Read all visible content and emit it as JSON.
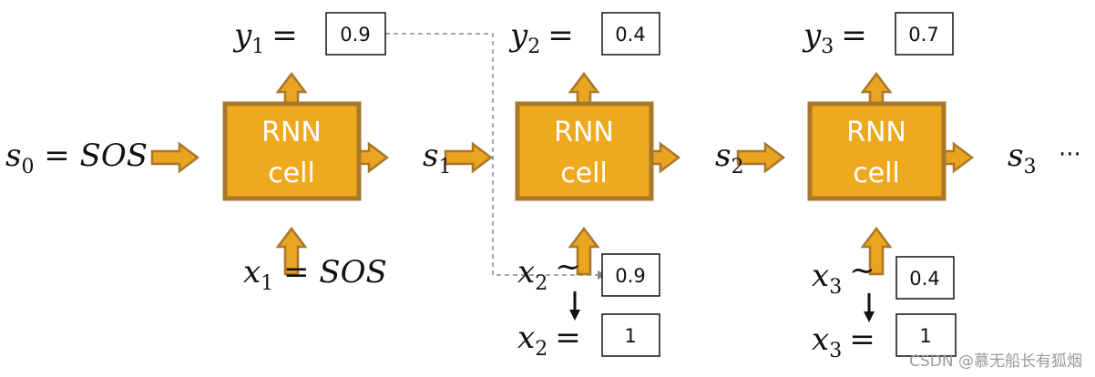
{
  "colors": {
    "cell_fill": "#EFA91F",
    "cell_border": "#A8772A",
    "arrow_fill": "#E9A420",
    "arrow_border": "#A8772A",
    "dash": "#888888",
    "text": "#111111"
  },
  "cell": {
    "line1": "RNN",
    "line2": "cell"
  },
  "states": {
    "s0": {
      "base": "s",
      "sub": "0",
      "rest": " = SOS"
    },
    "s1": {
      "base": "s",
      "sub": "1"
    },
    "s2": {
      "base": "s",
      "sub": "2"
    },
    "s3": {
      "base": "s",
      "sub": "3"
    },
    "ellipsis": "···"
  },
  "outputs": [
    {
      "base": "y",
      "sub": "1",
      "eq": "=",
      "value": "0.9"
    },
    {
      "base": "y",
      "sub": "2",
      "eq": "=",
      "value": "0.4"
    },
    {
      "base": "y",
      "sub": "3",
      "eq": "=",
      "value": "0.7"
    }
  ],
  "inputs": {
    "x1": {
      "base": "x",
      "sub": "1",
      "rest": " = SOS"
    },
    "x2_sample": {
      "base": "x",
      "sub": "2",
      "op": "~",
      "value": "0.9"
    },
    "x2_result": {
      "base": "x",
      "sub": "2",
      "op": "=",
      "value": "1"
    },
    "x3_sample": {
      "base": "x",
      "sub": "3",
      "op": "~",
      "value": "0.4"
    },
    "x3_result": {
      "base": "x",
      "sub": "3",
      "op": "=",
      "value": "1"
    }
  },
  "watermark": "CSDN @慕无船长有狐烟"
}
